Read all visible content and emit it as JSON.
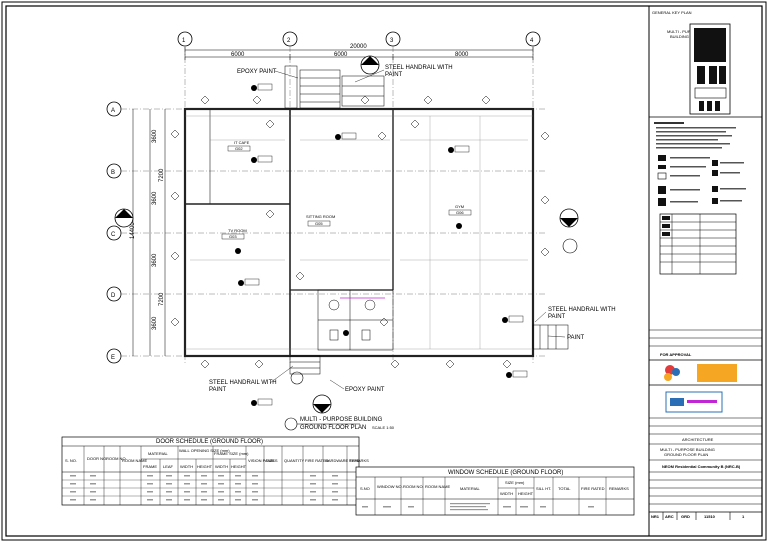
{
  "dimensions": {
    "overall": "20000",
    "bays": [
      "6000",
      "6000",
      "8000"
    ],
    "rows": [
      "3600",
      "3600",
      "3600",
      "3600"
    ],
    "rows_major": [
      "7200",
      "7200"
    ],
    "total_vertical": "14400"
  },
  "grid": {
    "columns": [
      "1",
      "2",
      "3",
      "4"
    ],
    "rows": [
      "A",
      "B",
      "C",
      "D",
      "E"
    ]
  },
  "annotations": {
    "epoxy_top": "EPOXY PAINT",
    "handrail_top_1": "STEEL HANDRAIL WITH",
    "handrail_top_2": "PAINT",
    "handrail_right_1": "STEEL HANDRAIL WITH",
    "handrail_right_2": "PAINT",
    "epoxy_right": "PAINT",
    "handrail_bottom_1": "STEEL HANDRAIL WITH",
    "handrail_bottom_2": "PAINT",
    "epoxy_bottom": "EPOXY PAINT"
  },
  "rooms": [
    {
      "name": "IT CAFE",
      "code": "G02"
    },
    {
      "name": "TV ROOM",
      "code": "G03"
    },
    {
      "name": "SITTING ROOM",
      "code": "G05"
    },
    {
      "name": "GYM",
      "code": "G06"
    }
  ],
  "plan_title": {
    "line1": "MULTI - PURPOSE BUILDING",
    "line2": "GROUND FLOOR PLAN",
    "scale": "SCALE 1:50"
  },
  "door_schedule": {
    "title": "DOOR SCHEDULE (GROUND FLOOR)",
    "headers": [
      "S. NO.",
      "DOOR NO.",
      "ROOM NO.",
      "ROOM NAME",
      "MATERIAL",
      "WALL OPENING SIZE (mm)",
      "FRAME SIZE (mm)",
      "VISION PANEL",
      "SIZES",
      "QUANTITY",
      "FIRE RATED",
      "HARDWARE TYPE",
      "REMARKS"
    ],
    "subheaders": [
      "FRAME",
      "LEAF",
      "WIDTH",
      "HEIGHT",
      "WIDTH",
      "HEIGHT"
    ]
  },
  "window_schedule": {
    "title": "WINDOW SCHEDULE (GROUND FLOOR)",
    "headers": [
      "S.NO",
      "WINDOW NO.",
      "ROOM NO.",
      "ROOM NAME",
      "MATERIAL",
      "SIZE (mm)",
      "SILL HT.",
      "TOTAL",
      "FIRE RATED",
      "REMARKS"
    ],
    "subheaders": [
      "WIDTH",
      "HEIGHT"
    ]
  },
  "title_block": {
    "key_plan": "GENERAL KEY PLAN",
    "key_plan_sub_1": "MULTI - PURPOSE",
    "key_plan_sub_2": "BUILDING",
    "approval": "FOR APPROVAL",
    "discipline": "ARCHITECTURE",
    "drawing_line1": "MULTI - PURPOSE BUILDING",
    "drawing_line2": "GROUND FLOOR PLAN",
    "project": "NEOM Residential Community B (NRC-B)",
    "bottom_codes": [
      "NR1",
      "ARC",
      "GRD",
      "11510",
      "1"
    ]
  },
  "colors": {
    "line": "#000000",
    "wall": "#222222",
    "grid": "#555555",
    "accent_orange": "#f5a623",
    "accent_blue": "#2a6fb5",
    "magenta": "#c026d3",
    "text_muted": "#444444"
  }
}
